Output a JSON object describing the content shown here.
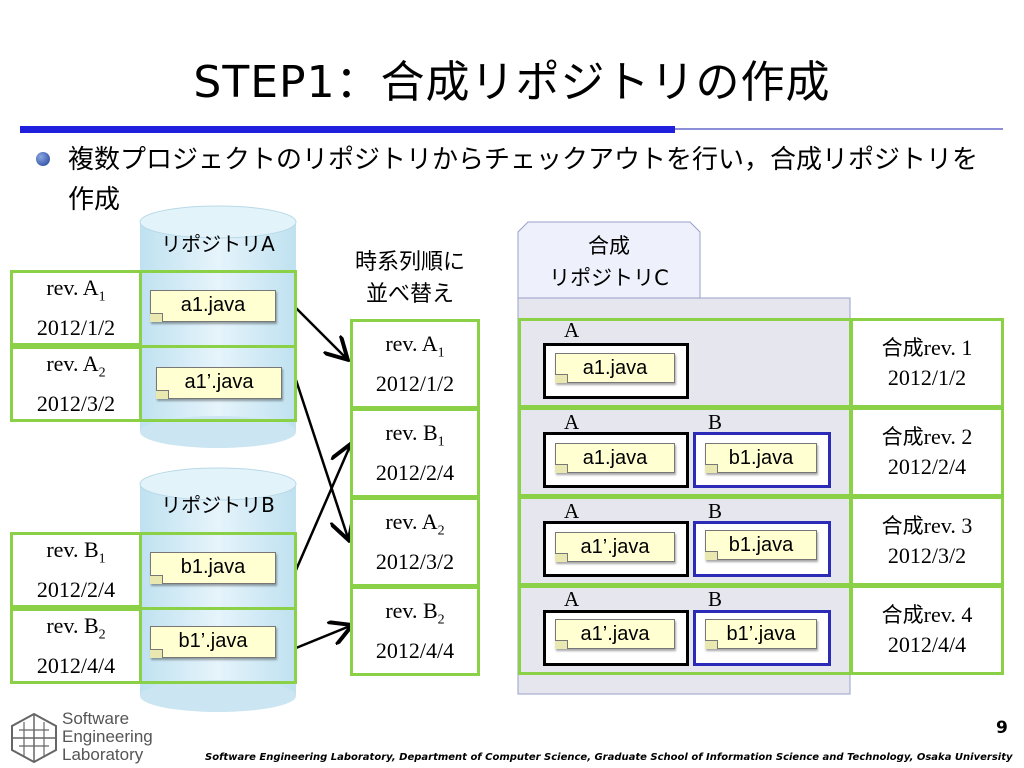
{
  "title": "STEP1：合成リポジトリの作成",
  "bullet_text": "複数プロジェクトのリポジトリからチェックアウトを行い，合成リポジトリを作成",
  "repo_a": {
    "label": "リポジトリA",
    "revisions": [
      {
        "rev": "rev. A",
        "sub": "1",
        "date": "2012/1/2",
        "file": "a1.java"
      },
      {
        "rev": "rev. A",
        "sub": "2",
        "date": "2012/3/2",
        "file": "a1’.java"
      }
    ]
  },
  "repo_b": {
    "label": "リポジトリB",
    "revisions": [
      {
        "rev": "rev. B",
        "sub": "1",
        "date": "2012/2/4",
        "file": "b1.java"
      },
      {
        "rev": "rev. B",
        "sub": "2",
        "date": "2012/4/4",
        "file": "b1’.java"
      }
    ]
  },
  "sort_label": [
    "時系列順に",
    "並べ替え"
  ],
  "sorted": [
    {
      "rev": "rev. A",
      "sub": "1",
      "date": "2012/1/2"
    },
    {
      "rev": "rev. B",
      "sub": "1",
      "date": "2012/2/4"
    },
    {
      "rev": "rev. A",
      "sub": "2",
      "date": "2012/3/2"
    },
    {
      "rev": "rev. B",
      "sub": "2",
      "date": "2012/4/4"
    }
  ],
  "repo_c": {
    "label": [
      "合成",
      "リポジトリC"
    ],
    "rows": [
      {
        "a_label": "A",
        "b_label": "",
        "a_file": "a1.java",
        "b_file": "",
        "rev_prefix": "合成",
        "rev": "rev. 1",
        "date": "2012/1/2"
      },
      {
        "a_label": "A",
        "b_label": "B",
        "a_file": "a1.java",
        "b_file": "b1.java",
        "rev_prefix": "合成",
        "rev": "rev. 2",
        "date": "2012/2/4"
      },
      {
        "a_label": "A",
        "b_label": "B",
        "a_file": "a1’.java",
        "b_file": "b1.java",
        "rev_prefix": "合成",
        "rev": "rev. 3",
        "date": "2012/3/2"
      },
      {
        "a_label": "A",
        "b_label": "B",
        "a_file": "a1’.java",
        "b_file": "b1’.java",
        "rev_prefix": "合成",
        "rev": "rev. 4",
        "date": "2012/4/4"
      }
    ]
  },
  "logo": [
    "Software",
    "Engineering",
    "Laboratory"
  ],
  "page_number": "9",
  "footer": "Software Engineering Laboratory, Department of Computer Science, Graduate School of Information Science and Technology, Osaka University",
  "colors": {
    "accent_blue": "#1f1fdd",
    "green_border": "#8bd147",
    "cylinder": "#cfeaf6",
    "file_fill": "#ffffd2",
    "repo_b_border": "#2b2bb8"
  }
}
